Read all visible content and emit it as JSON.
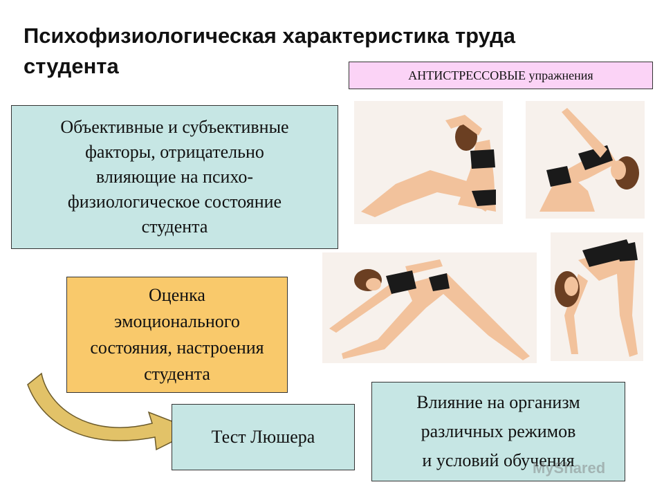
{
  "slide": {
    "title": "Психофизиологическая характеристика  труда\nстудента",
    "badge": "АНТИСТРЕССОВЫЕ упражнения",
    "box_factors": "Объективные и субъективные\nфакторы, отрицательно\n влияющие на психо-\nфизиологическое состояние\nстудента",
    "box_emotion": "Оценка\nэмоционального\nсостояния, настроения\nстудента",
    "box_test": "Тест Люшера",
    "box_influence": "Влияние на организм\nразличных режимов\nи условий обучения",
    "watermark": "MyShared"
  },
  "colors": {
    "teal_box": "#c6e6e4",
    "orange_box": "#f9c96b",
    "pink_box": "#fbd3f6",
    "arrow": "#e2c268",
    "skin": "#f2c29c",
    "clothing": "#1a1a1a"
  },
  "photos": [
    "seated-neck-stretch",
    "kneeling-backbend",
    "wide-lunge-twist",
    "forward-bend"
  ]
}
